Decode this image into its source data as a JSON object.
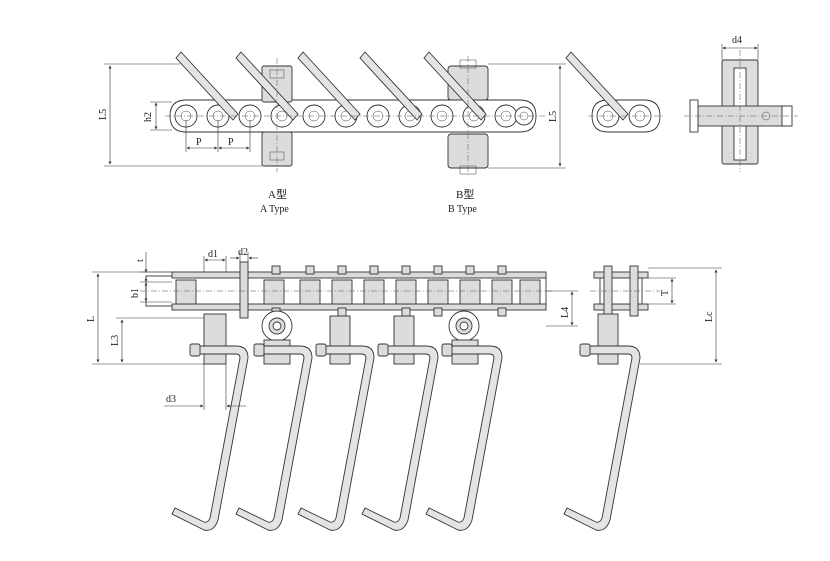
{
  "labels": {
    "type_a_cn": "A型",
    "type_a_en": "A Type",
    "type_b_cn": "B型",
    "type_b_en": "B Type"
  },
  "dimensions": {
    "L5": "L5",
    "h2": "h2",
    "P": "P",
    "d4": "d4",
    "t": "t",
    "d1": "d1",
    "d2": "d2",
    "b1": "b1",
    "L": "L",
    "L3": "L3",
    "L4": "L4",
    "T": "T",
    "Lc": "Lc",
    "d3": "d3"
  }
}
